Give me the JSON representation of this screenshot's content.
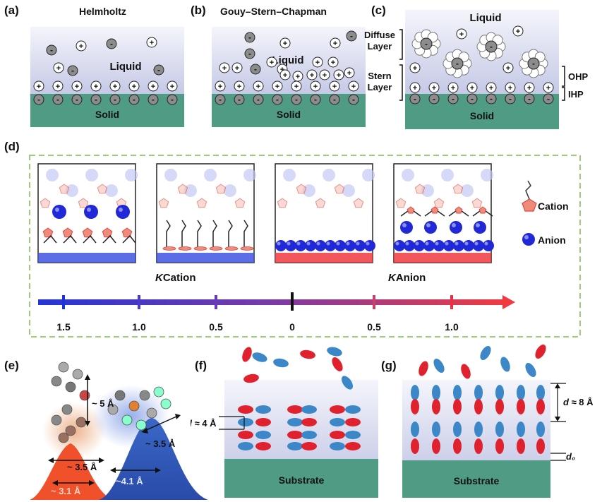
{
  "panels": {
    "a": {
      "label": "(a)",
      "title": "Helmholtz",
      "liquid": "Liquid",
      "solid": "Solid"
    },
    "b": {
      "label": "(b)",
      "title": "Gouy–Stern–Chapman",
      "liquid": "Liquid",
      "solid": "Solid"
    },
    "c": {
      "label": "(c)",
      "liquid": "Liquid",
      "solid": "Solid",
      "diffuse": [
        "Diffuse",
        "Layer"
      ],
      "stern": [
        "Stern",
        "Layer"
      ],
      "ohp": "OHP",
      "ihp": "IHP"
    },
    "d": {
      "label": "(d)",
      "kcation": "Cation",
      "kanion": "Anion",
      "kappa": "K",
      "legend_cation": "Cation",
      "legend_anion": "Anion",
      "scale": [
        "1.5",
        "1.0",
        "0.5",
        "0",
        "0.5",
        "1.0"
      ]
    },
    "e": {
      "label": "(e)",
      "dim_5": "~ 5 Å",
      "dim_35a": "~ 3.5 Å",
      "dim_35b": "~ 3.5 Å",
      "dim_31": "~ 3.1 Å",
      "dim_41": "~4.1 Å"
    },
    "f": {
      "label": "(f)",
      "spacing": "d ≈ 4 Å",
      "substrate": "Substrate"
    },
    "g": {
      "label": "(g)",
      "spacing": "d ≈ 8 Å",
      "d0": "d₀",
      "substrate": "Substrate"
    }
  },
  "colors": {
    "solid": "#4f9b84",
    "liquid_top": "#f4f5fb",
    "liquid_bottom": "#c5c9e6",
    "cation": "#e0222f",
    "anion": "#3b87c8",
    "sphere": "#2028d8",
    "dash": "#9ccc78"
  }
}
